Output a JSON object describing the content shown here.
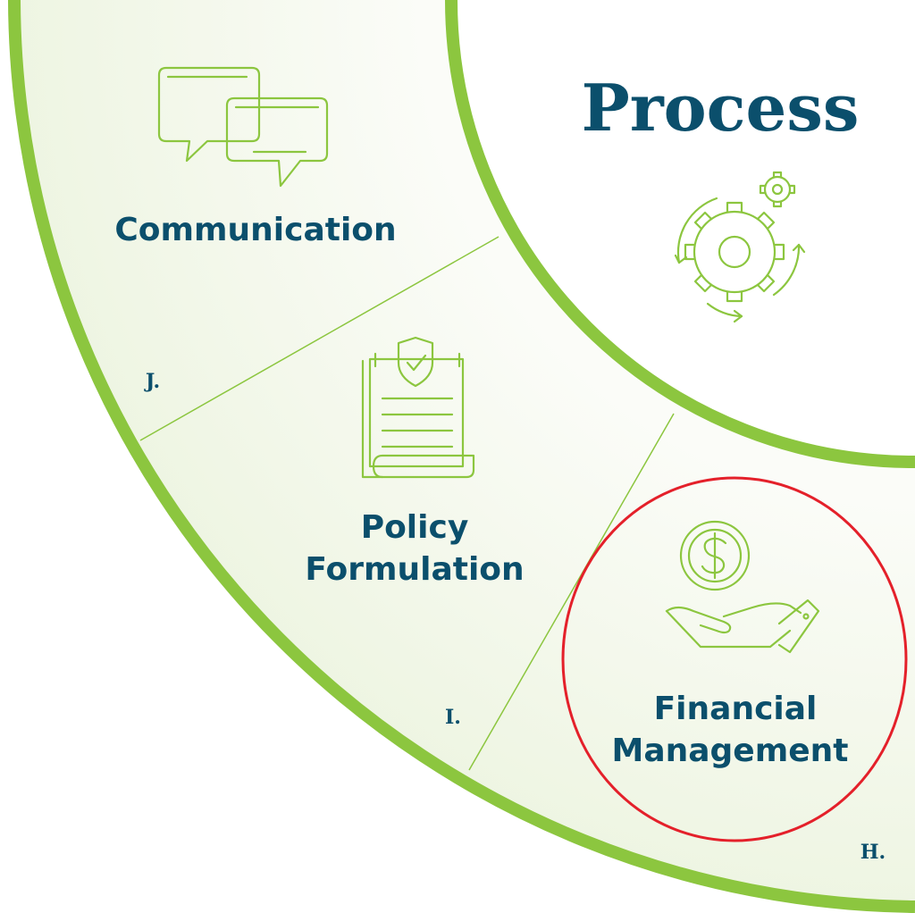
{
  "title": "Process",
  "segments": [
    {
      "letter": "J.",
      "label": "Communication",
      "icon": "speech-bubbles-icon"
    },
    {
      "letter": "I.",
      "label_line1": "Policy",
      "label_line2": "Formulation",
      "icon": "policy-document-shield-icon"
    },
    {
      "letter": "H.",
      "label_line1": "Financial",
      "label_line2": "Management",
      "icon": "hand-holding-dollar-coin-icon",
      "highlighted": true
    }
  ],
  "process_icon": "gears-cycle-icon",
  "colors": {
    "ring_green": "#8cc63f",
    "text_navy": "#0b4f6c",
    "band_fill": "#f6f9f0",
    "highlight_red": "#e4202a"
  }
}
